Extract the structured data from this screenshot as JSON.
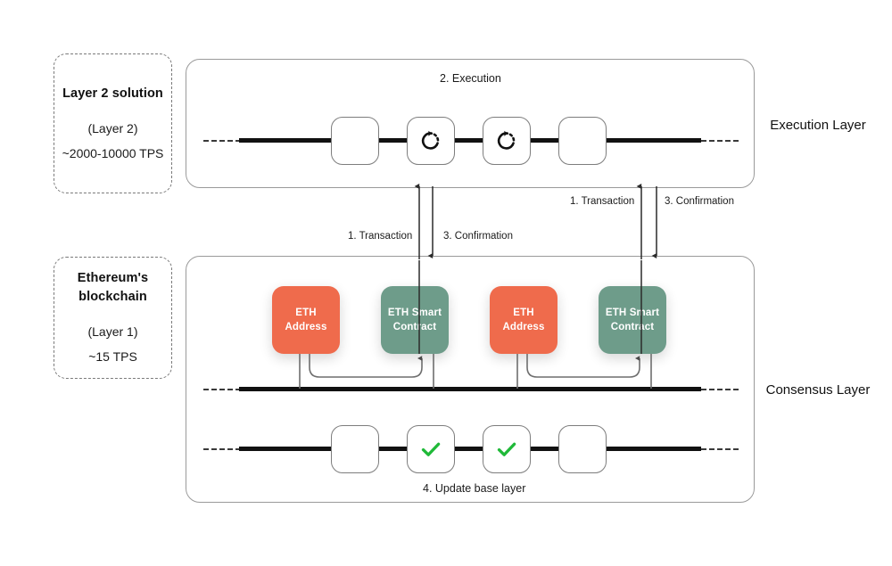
{
  "diagram": {
    "title": "Ethereum Layer 2 rollup flow",
    "colors": {
      "eth_address": "#EF6B4C",
      "eth_smart_contract": "#6E9C8A",
      "check_green": "#1FB938",
      "rail": "#111111",
      "panel_border": "#9A9A9A",
      "legend_border": "#7A7A7A"
    }
  },
  "legend": {
    "layer2": {
      "title": "Layer 2 solution",
      "sub": "(Layer 2)",
      "value": "~2000-10000 TPS"
    },
    "layer1": {
      "title": "Ethereum's blockchain",
      "sub": "(Layer 1)",
      "value": "~15 TPS"
    }
  },
  "side_labels": {
    "execution": "Execution Layer",
    "consensus": "Consensus Layer"
  },
  "panels": {
    "execution_caption": "2. Execution",
    "update_caption": "4. Update base layer"
  },
  "flow_labels": {
    "transaction_left": "1. Transaction",
    "confirmation_left": "3. Confirmation",
    "transaction_right": "1. Transaction",
    "confirmation_right": "3. Confirmation"
  },
  "execution_blocks": [
    {
      "icon": "none"
    },
    {
      "icon": "processing-icon"
    },
    {
      "icon": "processing-icon"
    },
    {
      "icon": "none"
    }
  ],
  "consensus_blocks": [
    {
      "icon": "none"
    },
    {
      "icon": "check-icon"
    },
    {
      "icon": "check-icon"
    },
    {
      "icon": "none"
    }
  ],
  "entities": [
    {
      "line1": "ETH",
      "line2": "Address",
      "type": "address"
    },
    {
      "line1": "ETH Smart",
      "line2": "Contract",
      "type": "contract"
    },
    {
      "line1": "ETH",
      "line2": "Address",
      "type": "address"
    },
    {
      "line1": "ETH Smart",
      "line2": "Contract",
      "type": "contract"
    }
  ]
}
